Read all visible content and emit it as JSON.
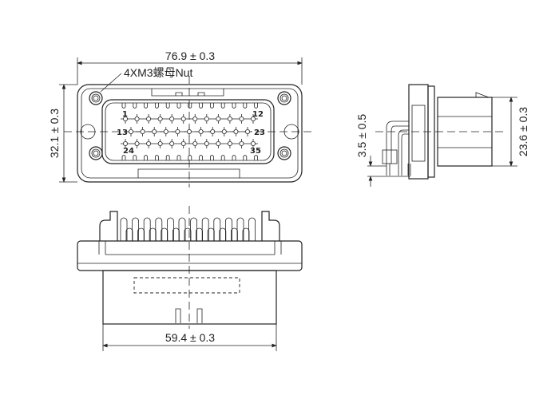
{
  "front_view": {
    "width_dimension": "76.9 ± 0.3",
    "height_dimension": "32.1 ± 0.3",
    "nut_callout": "4XM3螺母Nut",
    "pin_labels": {
      "first": "1",
      "row1_end": "12",
      "row2_start": "13",
      "row2_end": "23",
      "row3_start": "24",
      "last": "35"
    }
  },
  "side_view": {
    "height_dimension": "23.6 ± 0.3",
    "pin_offset_dimension": "3.5 ± 0.5"
  },
  "bottom_view": {
    "width_dimension": "59.4 ± 0.3"
  }
}
